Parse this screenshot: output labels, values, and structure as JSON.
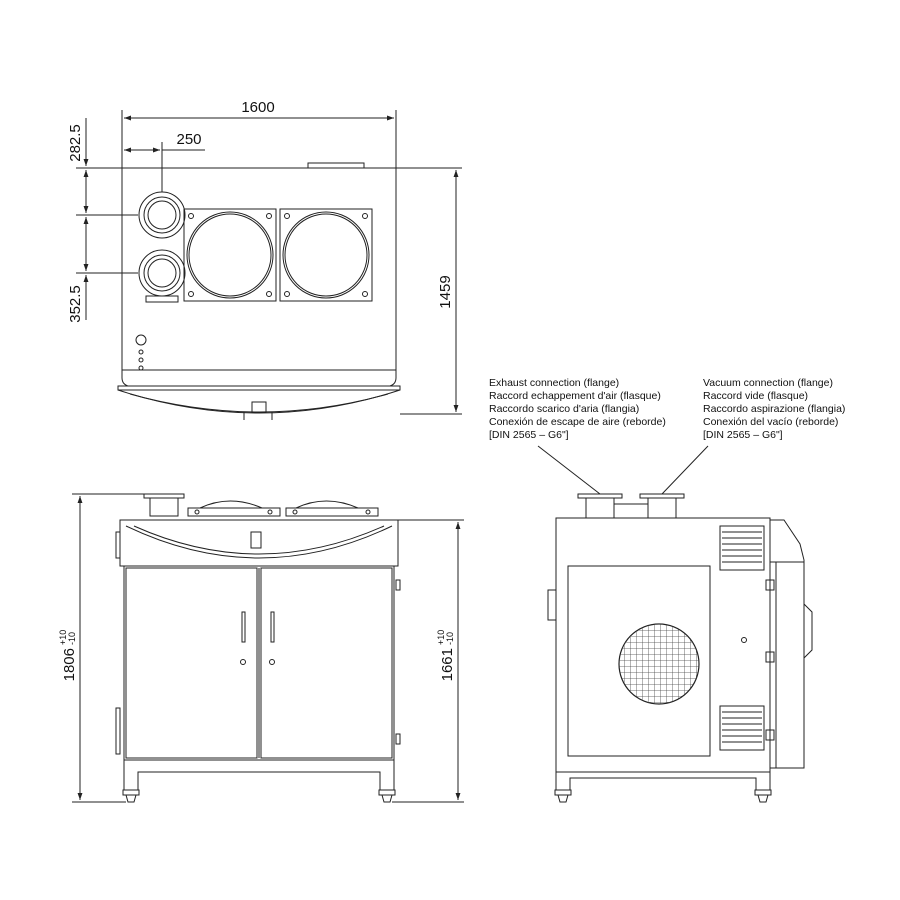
{
  "dimensions": {
    "overall_width": "1600",
    "flange_offset": "250",
    "top_margin": "282.5",
    "flange_spacing": "352.5",
    "depth": "1459",
    "total_height": "1806",
    "total_height_tolerance_upper": "+10",
    "total_height_tolerance_lower": "-10",
    "body_height": "1661",
    "body_height_tolerance_upper": "+10",
    "body_height_tolerance_lower": "-10"
  },
  "callouts": {
    "exhaust": {
      "lines": [
        "Exhaust connection (flange)",
        "Raccord echappement d'air (flasque)",
        "Raccordo scarico d'aria (flangia)",
        "Conexión de escape de aire (reborde)",
        "[DIN 2565 – G6\"]"
      ]
    },
    "vacuum": {
      "lines": [
        "Vacuum connection (flange)",
        "Raccord vide (flasque)",
        "Raccordo aspirazione (flangia)",
        "Conexión del vacío (reborde)",
        "[DIN 2565 – G6\"]"
      ]
    }
  },
  "colors": {
    "line": "#222222",
    "fan_grid": "#555555"
  }
}
